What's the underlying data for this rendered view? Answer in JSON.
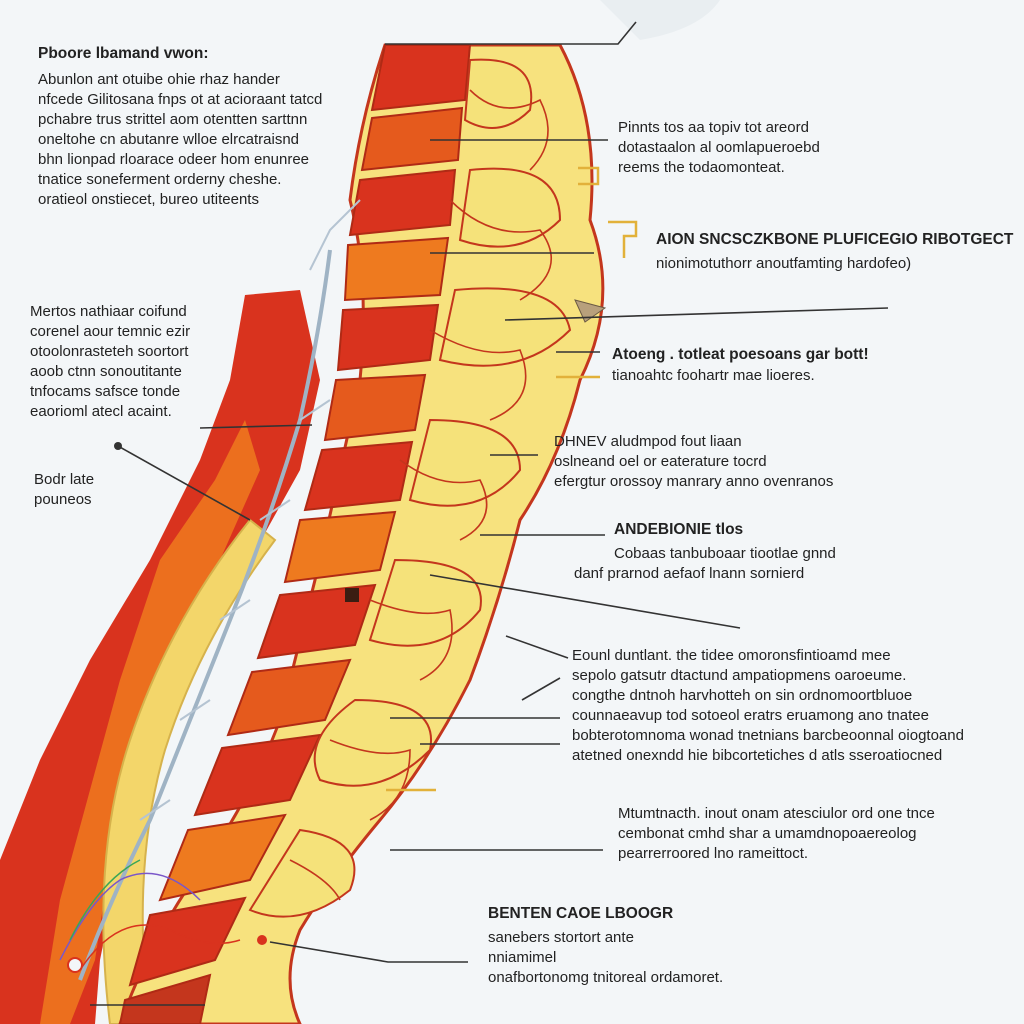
{
  "colors": {
    "background": "#f3f6f8",
    "vertebra_red": "#d9331e",
    "vertebra_orange": "#ee7a1f",
    "bone_yellow": "#f5e27a",
    "outline": "#c4361d",
    "leader": "#333333",
    "accent_tick": "#e2b13a"
  },
  "labels": {
    "top_left": {
      "title": "Pboore lbamand vwon:",
      "lines": [
        "Abunlon ant otuibe ohie rhaz hander",
        "nfcede Gilitosana fnps ot at acioraant tatcd",
        "pchabre trus strittel aom otentten sarttnn",
        "oneltohe cn abutanre wlloe elrcatraisnd",
        "bhn lionpad rloarace odeer hom enunree",
        "tnatice soneferment orderny cheshe.",
        "oratieol onstiecet, bureo utiteents"
      ]
    },
    "right_1": {
      "title": "",
      "lines": [
        "Pinnts tos aa topiv tot areord",
        "dotastaalon al oomlapueroebd",
        "reems the todaomonteat."
      ]
    },
    "right_2": {
      "title": "AION SNCSCZKBONE PLUFICEGIO RIBOTGECT",
      "lines": [
        "nionimotuthorr anoutfamting hardofeo)"
      ]
    },
    "left_2": {
      "title": "",
      "lines": [
        "Mertos nathiaar coifund",
        "corenel aour temnic ezir",
        "otoolonrasteteh soortort",
        "aoob ctnn sonoutitante",
        "tnfocams safsce tonde",
        "eaorioml atecl acaint."
      ]
    },
    "right_3": {
      "title": "Atoeng . totleat poesoans gar bott!",
      "lines": [
        "tianoahtc foohartr mae lioeres."
      ]
    },
    "left_3": {
      "title": "",
      "lines": [
        "Bodr late",
        "pouneos"
      ]
    },
    "right_4": {
      "title": "",
      "lines": [
        "DHNEV aludmpod fout liaan",
        "oslneand oel or eaterature tocrd",
        "efergtur orossoy manrary anno ovenranos"
      ]
    },
    "right_5": {
      "title": "ANDEBIONIE tlos",
      "lines": [
        "Cobaas tanbuboaar tiootlae gnnd",
        "danf prarnod aefaof lnann sornierd"
      ]
    },
    "right_6": {
      "title": "",
      "lines": [
        "Eounl duntlant. the tidee omoronsfintioamd mee",
        "sepolo gatsutr dtactund ampatiopmens oaroeume.",
        "congthe dntnoh harvhotteh on sin ordnomoortbluoe",
        "counnaeavup tod sotoeol eratrs eruamong ano tnatee",
        "bobterotomnoma wonad tnetnians barcbeoonnal oiogtoand",
        "atetned onexndd hie bibcortetiches d atls sseroatiocned"
      ]
    },
    "right_7": {
      "title": "",
      "lines": [
        "Mtumtnacth. inout onam atesciulor ord one tnce",
        "cembonat cmhd shar a umamdnopoaereolog",
        "pearrerroored lno rameittoct."
      ]
    },
    "bottom": {
      "title": "BENTEN CAOE LBOOGR",
      "lines": [
        "sanebers stortort ante",
        "nniamimel",
        "onafbortonomg tnitoreal ordamoret."
      ]
    }
  }
}
